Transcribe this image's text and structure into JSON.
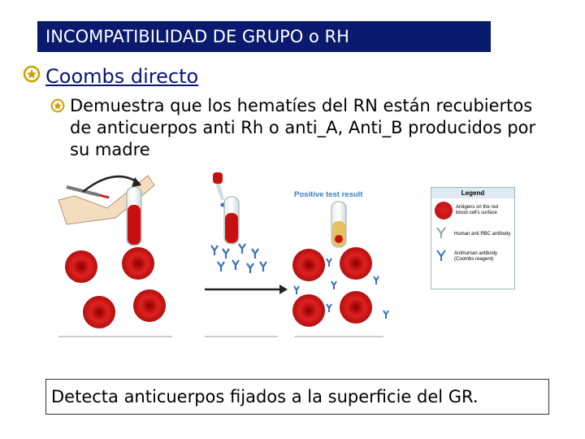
{
  "slide": {
    "title": "INCOMPATIBILIDAD DE GRUPO o RH",
    "bullet1": "Coombs directo",
    "bullet2": "Demuestra que los hematíes del RN están recubiertos de anticuerpos anti Rh o anti_A, Anti_B producidos por su madre",
    "caption": "Detecta anticuerpos fijados a la superficie del GR."
  },
  "figure": {
    "result_label": "Positive test result",
    "legend": {
      "title": "Legend",
      "items": [
        {
          "text": "Antigens on the red blood cell's surface"
        },
        {
          "text": "Human anti RBC antibody"
        },
        {
          "text": "Antihuman antibody (Coombs reagent)"
        }
      ]
    }
  },
  "colors": {
    "title_bg": "#0a1a6e",
    "heading": "#08137a",
    "bullet": "#c8a000",
    "cell": "#d61a1a",
    "antibody": "#3a6fc4"
  }
}
